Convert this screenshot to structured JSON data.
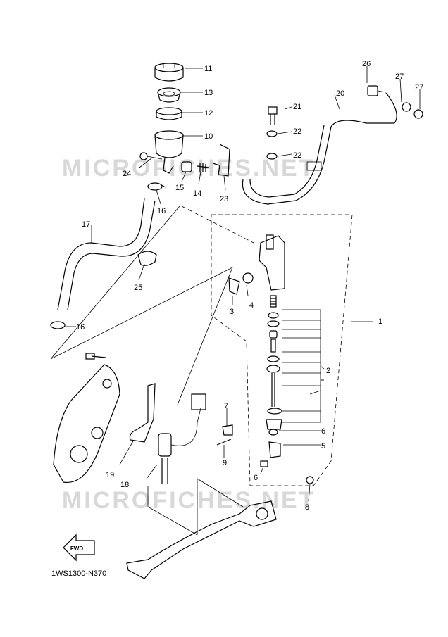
{
  "diagram": {
    "code": "1WS1300-N370",
    "fwd_label": "FWD",
    "watermark": "MICROFICHES.NET",
    "callouts": [
      "1",
      "2",
      "3",
      "4",
      "5",
      "6",
      "6",
      "7",
      "8",
      "9",
      "10",
      "11",
      "12",
      "13",
      "14",
      "15",
      "16",
      "16",
      "17",
      "18",
      "19",
      "20",
      "21",
      "22",
      "22",
      "23",
      "24",
      "25",
      "26",
      "27",
      "27"
    ]
  }
}
